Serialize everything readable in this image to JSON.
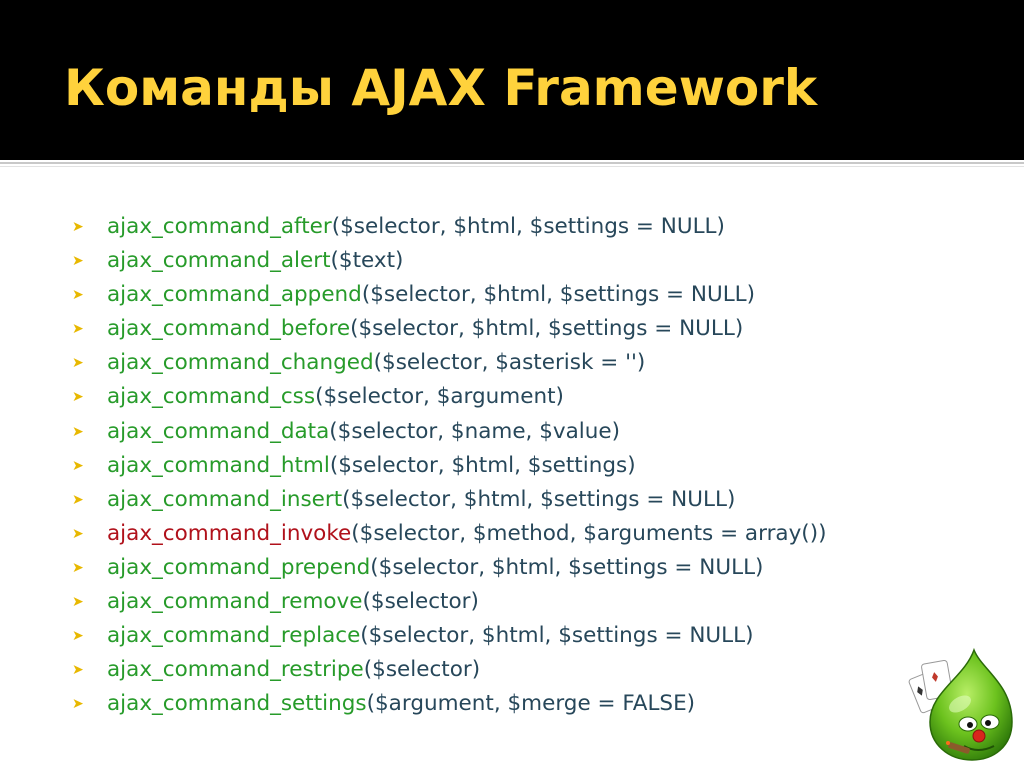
{
  "title": "Команды AJAX Framework",
  "colors": {
    "title": "#ffd23c",
    "function_name": "#279b2a",
    "function_name_highlight": "#b0111b",
    "arguments": "#27475a",
    "bullet": "#e8b800",
    "header_background": "#000000"
  },
  "bullet_icon": "arrowhead-bullet-icon",
  "logo_icon": "drupal-drop-mascot-icon",
  "commands": [
    {
      "name": "ajax_command_after",
      "args": "($selector, $html, $settings = NULL)",
      "highlight": false
    },
    {
      "name": "ajax_command_alert",
      "args": "($text)",
      "highlight": false
    },
    {
      "name": "ajax_command_append",
      "args": "($selector, $html, $settings = NULL)",
      "highlight": false
    },
    {
      "name": "ajax_command_before",
      "args": "($selector, $html, $settings = NULL)",
      "highlight": false
    },
    {
      "name": "ajax_command_changed",
      "args": "($selector, $asterisk = '')",
      "highlight": false
    },
    {
      "name": "ajax_command_css",
      "args": "($selector, $argument)",
      "highlight": false
    },
    {
      "name": "ajax_command_data",
      "args": "($selector, $name, $value)",
      "highlight": false
    },
    {
      "name": "ajax_command_html",
      "args": "($selector, $html, $settings)",
      "highlight": false
    },
    {
      "name": "ajax_command_insert",
      "args": "($selector, $html, $settings = NULL)",
      "highlight": false
    },
    {
      "name": "ajax_command_invoke",
      "args": "($selector, $method, $arguments = array())",
      "highlight": true
    },
    {
      "name": "ajax_command_prepend",
      "args": "($selector, $html, $settings = NULL)",
      "highlight": false
    },
    {
      "name": "ajax_command_remove",
      "args": "($selector)",
      "highlight": false
    },
    {
      "name": "ajax_command_replace",
      "args": "($selector, $html, $settings = NULL)",
      "highlight": false
    },
    {
      "name": "ajax_command_restripe",
      "args": "($selector)",
      "highlight": false
    },
    {
      "name": "ajax_command_settings",
      "args": "($argument, $merge = FALSE)",
      "highlight": false
    }
  ]
}
